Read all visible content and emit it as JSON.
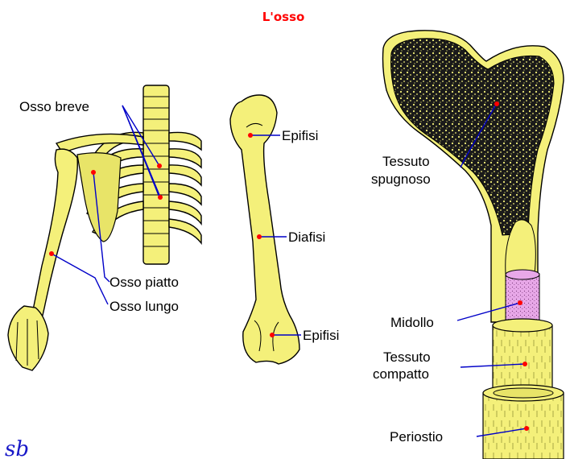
{
  "title": "L'osso",
  "colors": {
    "title": "#ff0000",
    "bone": "#f4f07a",
    "leader": "#0000c8",
    "marker": "#ff0000",
    "spongy": "#1a1a1a",
    "marrow": "#e8a8e8",
    "signature": "#1818c8"
  },
  "labels": {
    "osso_breve": "Osso breve",
    "osso_piatto": "Osso piatto",
    "osso_lungo": "Osso lungo",
    "epifisi_top": "Epifisi",
    "diafisi": "Diafisi",
    "epifisi_bottom": "Epifisi",
    "tessuto_spugnoso_1": "Tessuto",
    "tessuto_spugnoso_2": "spugnoso",
    "midollo": "Midollo",
    "tessuto_compatto_1": "Tessuto",
    "tessuto_compatto_2": "compatto",
    "periostio": "Periostio"
  },
  "signature": "sb"
}
